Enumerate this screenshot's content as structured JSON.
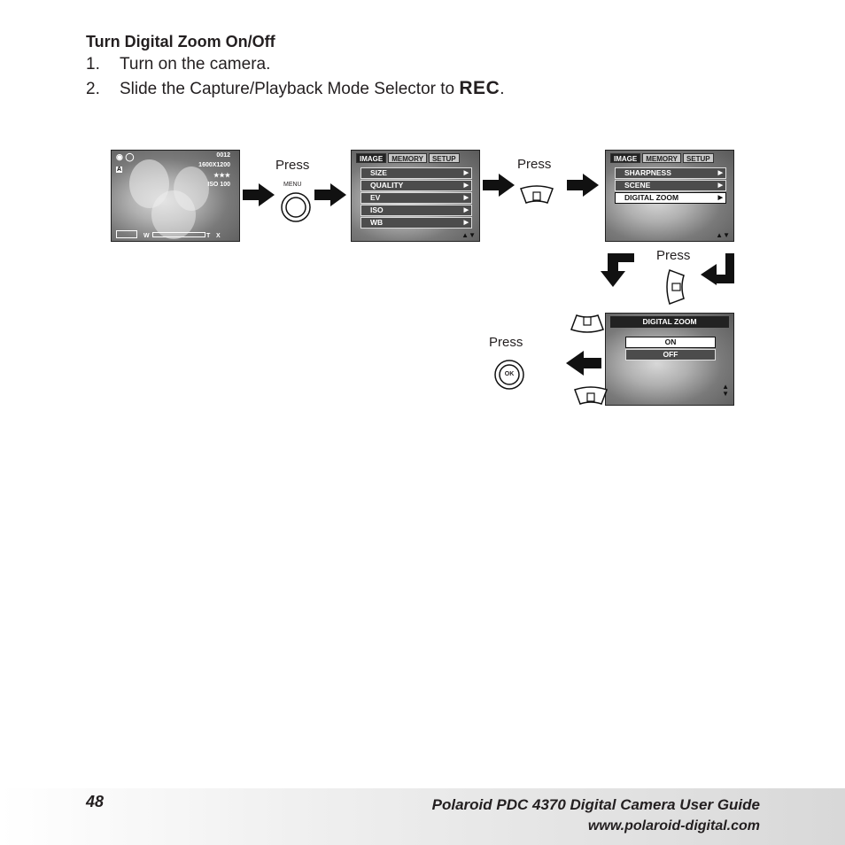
{
  "section_title": "Turn Digital Zoom On/Off",
  "steps": [
    {
      "num": "1.",
      "text": "Turn on the camera."
    },
    {
      "num": "2.",
      "text": "Slide the Capture/Playback Mode Selector to ",
      "mode": "REC",
      "end": "."
    }
  ],
  "press_label": "Press",
  "menu_button_label": "MENU",
  "ok_button_label": "OK",
  "preview_screen": {
    "counter": "0012",
    "resolution": "1600X1200",
    "quality": "★★★",
    "iso": "ISO 100",
    "zoom_w": "W",
    "zoom_t": "T",
    "zoom_x": "X"
  },
  "menu_tabs": [
    "IMAGE",
    "MEMORY",
    "SETUP"
  ],
  "image_menu_items": [
    "SIZE",
    "QUALITY",
    "EV",
    "ISO",
    "WB"
  ],
  "image_menu_page2_items": [
    "SHARPNESS",
    "SCENE",
    "DIGITAL ZOOM"
  ],
  "digital_zoom_screen": {
    "title": "DIGITAL ZOOM",
    "options": [
      "ON",
      "OFF"
    ]
  },
  "footer": {
    "page_number": "48",
    "guide_title": "Polaroid PDC 4370 Digital Camera User Guide",
    "url": "www.polaroid-digital.com"
  }
}
